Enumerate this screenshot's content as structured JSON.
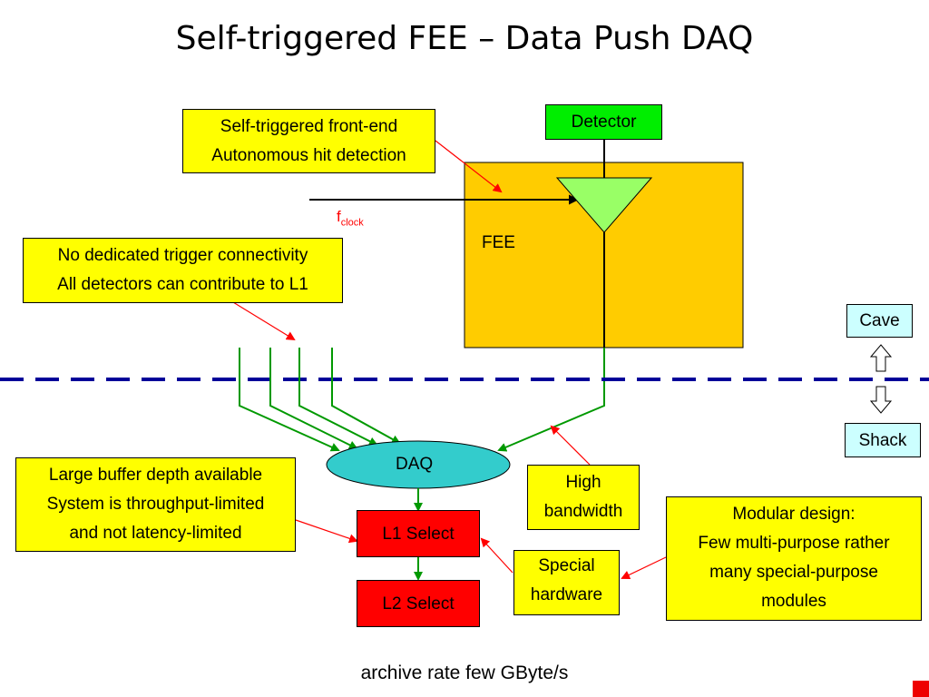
{
  "title": "Self-triggered FEE – Data Push DAQ",
  "callouts": {
    "frontend": [
      "Self-triggered front-end",
      "Autonomous hit detection"
    ],
    "trigger": [
      "No dedicated trigger connectivity",
      "All detectors can contribute to L1"
    ],
    "buffer": [
      "Large buffer depth available",
      "System is throughput-limited",
      "and not latency-limited"
    ],
    "bandwidth": [
      "High",
      "bandwidth"
    ],
    "hardware": [
      "Special",
      "hardware"
    ],
    "modular": [
      "Modular design:",
      "Few multi-purpose rather",
      "many special-purpose",
      "modules"
    ]
  },
  "nodes": {
    "detector": "Detector",
    "fee": "FEE",
    "daq": "DAQ",
    "l1": "L1 Select",
    "l2": "L2 Select",
    "cave": "Cave",
    "shack": "Shack"
  },
  "fclock": {
    "main": "f",
    "sub": "clock"
  },
  "footer": "archive rate few GByte/s",
  "colors": {
    "callout": "#ffff00",
    "fee": "#ffcc00",
    "detector": "#00ee00",
    "select": "#ff0000",
    "daq": "#33cccc",
    "location": "#ccffff",
    "link": "#009900",
    "pointer": "#ff0000",
    "boundary": "#000099"
  }
}
